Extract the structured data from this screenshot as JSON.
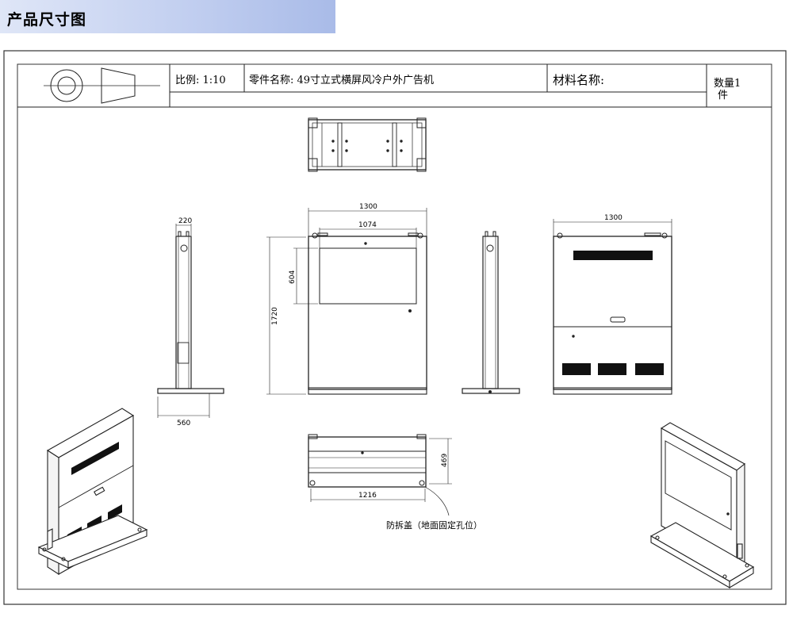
{
  "banner": {
    "title": "产品尺寸图",
    "color": "#b8c7ef"
  },
  "title_block": {
    "scale": "比例: 1:10",
    "part_name": "零件名称: 49寸立式横屏风冷户外广告机",
    "material": "材料名称:",
    "quantity_line1": "数量1",
    "quantity_line2": "件"
  },
  "dimensions": {
    "side_depth_top": "220",
    "side_base_depth": "560",
    "front_width": "1300",
    "screen_width": "1074",
    "screen_height": "604",
    "total_height": "1720",
    "back_width": "1300",
    "bottom_width": "1216",
    "bottom_depth": "469"
  },
  "annotation": {
    "anchor_cover": "防拆盖（地面固定孔位）"
  }
}
